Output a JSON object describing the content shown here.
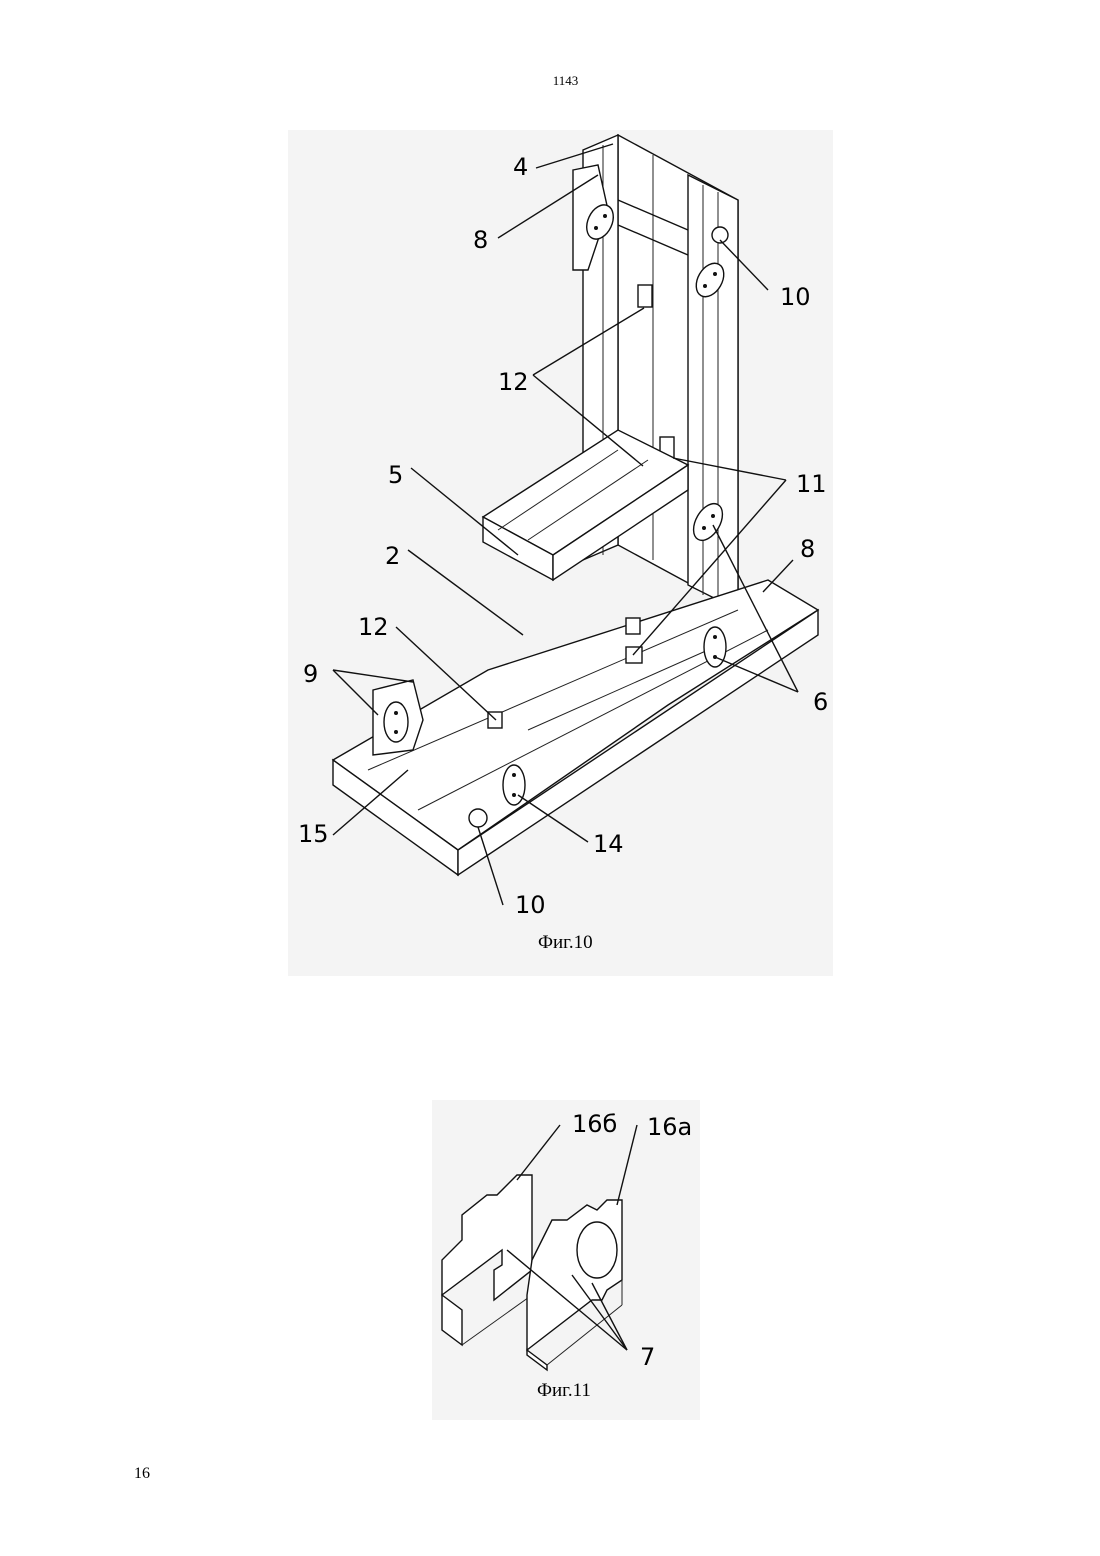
{
  "page": {
    "top_number": "1143",
    "bottom_number": "16"
  },
  "figure10": {
    "caption": "Фиг.10",
    "labels": {
      "l4": "4",
      "l8a": "8",
      "l10a": "10",
      "l12a": "12",
      "l11": "11",
      "l5": "5",
      "l8b": "8",
      "l2": "2",
      "l12b": "12",
      "l9": "9",
      "l6": "6",
      "l15": "15",
      "l14": "14",
      "l10b": "10"
    }
  },
  "figure11": {
    "caption": "Фиг.11",
    "labels": {
      "l16b": "16б",
      "l16a": "16а",
      "l7": "7"
    }
  }
}
